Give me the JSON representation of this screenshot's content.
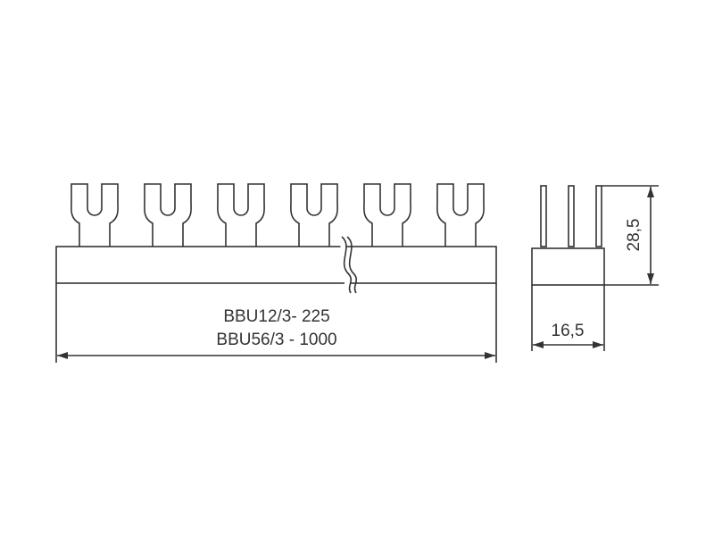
{
  "diagram": {
    "line_color": "#333333",
    "background": "#ffffff",
    "front_view": {
      "lines": [
        "BBU12/3- 225",
        "BBU56/3 - 1000"
      ],
      "fork_count": 6
    },
    "side_view": {
      "width_label": "16,5",
      "height_label": "28,5"
    }
  }
}
